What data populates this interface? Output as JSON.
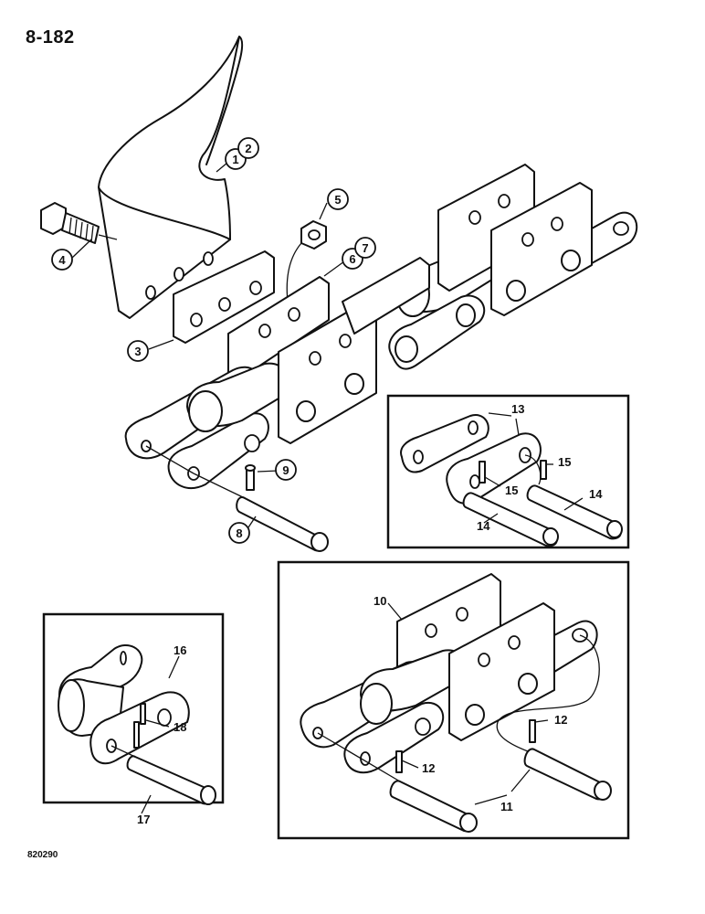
{
  "page_number": "8-182",
  "drawing_code": "820290",
  "callouts": {
    "c1": "1",
    "c2": "2",
    "c3": "3",
    "c4": "4",
    "c5": "5",
    "c6": "6",
    "c7": "7",
    "c8": "8",
    "c9": "9",
    "c10": "10",
    "c11": "11",
    "c12a": "12",
    "c12b": "12",
    "c13": "13",
    "c14a": "14",
    "c14b": "14",
    "c15a": "15",
    "c15b": "15",
    "c16": "16",
    "c17": "17",
    "c18": "18"
  }
}
